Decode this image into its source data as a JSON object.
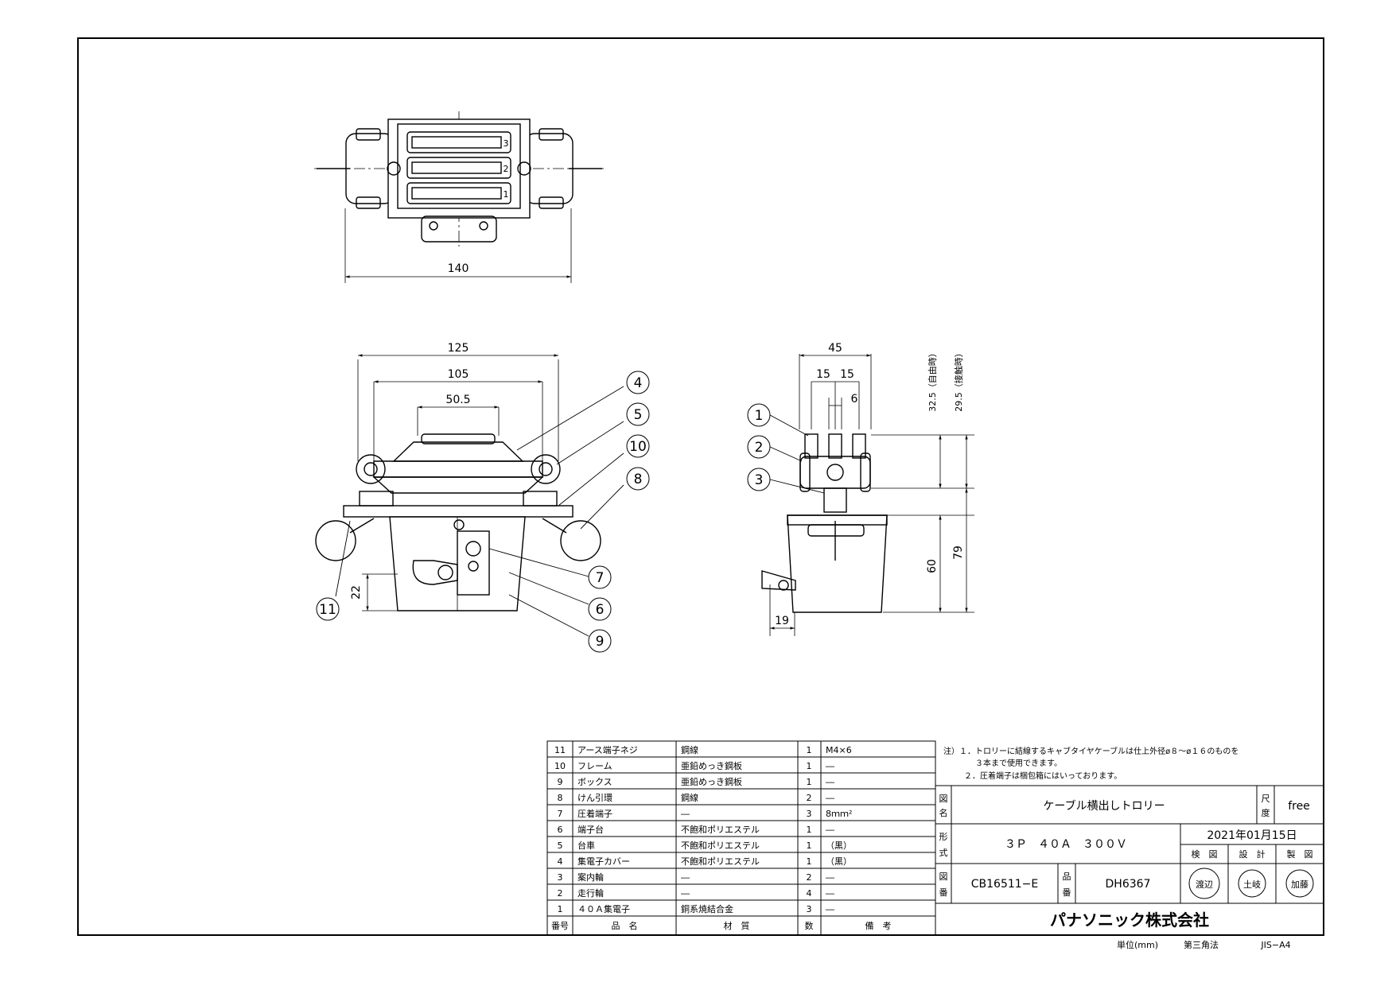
{
  "drawing": {
    "top_view": {
      "dim_width": "140",
      "terminal_numbers": [
        "3",
        "2",
        "1"
      ]
    },
    "front_view": {
      "dims": [
        "125",
        "105",
        "50.5",
        "22"
      ],
      "callouts": [
        "4",
        "5",
        "10",
        "8",
        "7",
        "6",
        "9",
        "11"
      ]
    },
    "side_view": {
      "dims": [
        "45",
        "15",
        "15",
        "6",
        "60",
        "79",
        "19"
      ],
      "dim_free": "32.5（自由時）",
      "dim_contact": "29.5（接触時）",
      "callouts": [
        "1",
        "2",
        "3"
      ]
    }
  },
  "parts_table": {
    "headers": [
      "番号",
      "品　名",
      "材　質",
      "数",
      "備　考"
    ],
    "rows": [
      [
        "11",
        "アース端子ネジ",
        "鋼線",
        "1",
        "M4×6"
      ],
      [
        "10",
        "フレーム",
        "亜鉛めっき鋼板",
        "1",
        "―"
      ],
      [
        "9",
        "ボックス",
        "亜鉛めっき鋼板",
        "1",
        "―"
      ],
      [
        "8",
        "けん引環",
        "鋼線",
        "2",
        "―"
      ],
      [
        "7",
        "圧着端子",
        "―",
        "3",
        "8ｍｍ²"
      ],
      [
        "6",
        "端子台",
        "不飽和ポリエステル",
        "1",
        "―"
      ],
      [
        "5",
        "台車",
        "不飽和ポリエステル",
        "1",
        "（黒）"
      ],
      [
        "4",
        "集電子カバー",
        "不飽和ポリエステル",
        "1",
        "（黒）"
      ],
      [
        "3",
        "案内輪",
        "―",
        "2",
        "―"
      ],
      [
        "2",
        "走行輪",
        "―",
        "4",
        "―"
      ],
      [
        "1",
        "４０Ａ集電子",
        "銅系焼結合金",
        "3",
        "―"
      ]
    ]
  },
  "notes": {
    "line1": "注）１．トロリーに結線するキャブタイヤケーブルは仕上外径ø８～ø１６のものを",
    "line2": "３本まで使用できます。",
    "line3": "２．圧着端子は梱包箱にはいっております。"
  },
  "title_block": {
    "name_label_1": "図",
    "name_label_2": "名",
    "name": "ケーブル横出しトロリー",
    "scale_label_1": "尺",
    "scale_label_2": "度",
    "scale": "free",
    "type_label_1": "形",
    "type_label_2": "式",
    "type": "３Ｐ　４０Ａ　３００Ｖ",
    "date": "2021年01月15日",
    "roles": [
      "検　図",
      "設　計",
      "製　図"
    ],
    "drawing_no_label_1": "図",
    "drawing_no_label_2": "番",
    "drawing_no": "CB16511−E",
    "product_no_label_1": "品",
    "product_no_label_2": "番",
    "product_no": "DH6367",
    "stamps": [
      "渡辺",
      "土岐",
      "加藤"
    ],
    "company": "パナソニック株式会社",
    "unit": "単位(mm)",
    "projection": "第三角法",
    "paper": "JIS−A4"
  }
}
